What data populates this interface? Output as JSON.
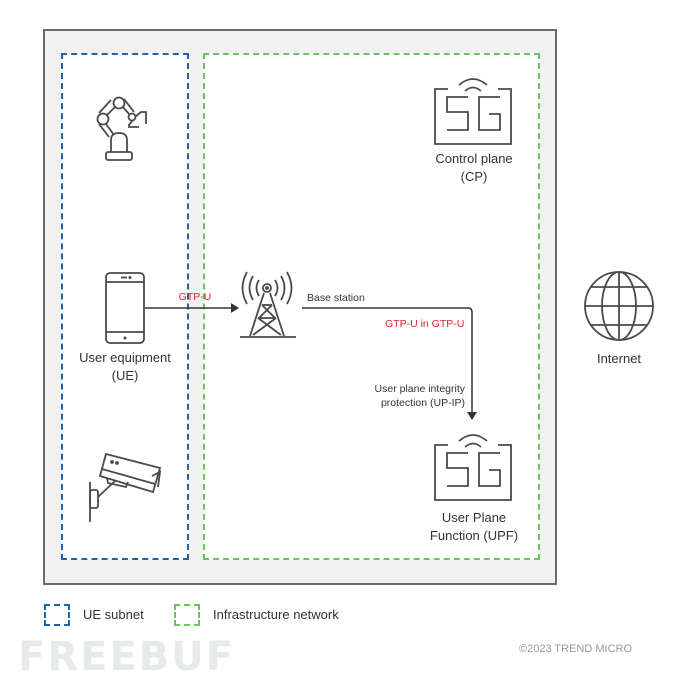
{
  "diagram": {
    "nodes": {
      "robot_arm": {
        "icon": "robot-arm-icon"
      },
      "user_equipment": {
        "icon": "smartphone-icon",
        "label_line1": "User equipment",
        "label_line2": "(UE)"
      },
      "camera": {
        "icon": "security-camera-icon"
      },
      "base_station": {
        "icon": "cell-tower-icon",
        "label": "Base station"
      },
      "control_plane": {
        "icon": "5g-icon",
        "label_line1": "Control plane",
        "label_line2": "(CP)"
      },
      "upf": {
        "icon": "5g-icon",
        "label_line1": "User Plane",
        "label_line2": "Function (UPF)"
      },
      "internet": {
        "icon": "globe-icon",
        "label": "Internet"
      }
    },
    "edges": {
      "ue_to_base": {
        "label": "GTP-U"
      },
      "base_to_upf": {
        "label": "GTP-U in GTP-U",
        "note_line1": "User plane integrity",
        "note_line2": "protection (UP-IP)"
      }
    },
    "colors": {
      "ue_subnet": "#1f64a8",
      "infrastructure": "#6cc461",
      "protocol_label": "#e3202e",
      "icon_stroke": "#4a4a4a"
    }
  },
  "legend": {
    "ue_subnet": "UE subnet",
    "infrastructure": "Infrastructure network"
  },
  "footer": {
    "watermark": "FREEBUF",
    "copyright": "©2023 TREND MICRO"
  }
}
